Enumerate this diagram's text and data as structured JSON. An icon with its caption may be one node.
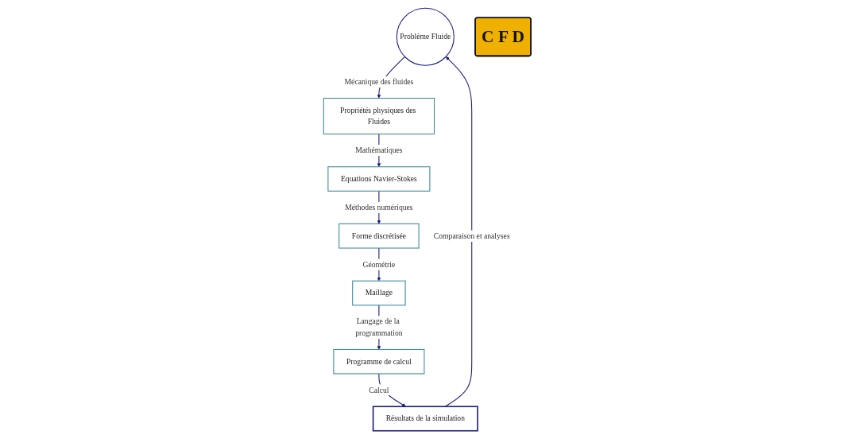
{
  "diagram": {
    "nodes": [
      {
        "text": [
          "Problème Fluide"
        ]
      },
      {
        "text": [
          "Propriétés physiques des Fluides"
        ]
      },
      {
        "text": [
          "Equations Navier-Stokes"
        ]
      },
      {
        "text": [
          "Forme discrétisée"
        ]
      },
      {
        "text": [
          "Maillage"
        ]
      },
      {
        "text": [
          "Programme de calcul"
        ]
      },
      {
        "text": [
          "Résultats de la simulation"
        ]
      },
      {
        "text": [
          "C F D"
        ]
      }
    ],
    "edges": [
      {
        "from": 0,
        "to": 1,
        "arrow": "to",
        "label": "Mécanique des fluides"
      },
      {
        "from": 1,
        "to": 2,
        "arrow": "to",
        "label": "Mathématiques"
      },
      {
        "from": 2,
        "to": 3,
        "arrow": "to",
        "label": "Méthodes numériques"
      },
      {
        "from": 3,
        "to": 4,
        "arrow": "to",
        "label": "Géométrie"
      },
      {
        "from": 4,
        "to": 5,
        "arrow": "to",
        "label": "Langage de la programmation"
      },
      {
        "from": 5,
        "to": 6,
        "arrow": "to",
        "label": "Calcul"
      },
      {
        "from": 6,
        "to": 0,
        "arrow": "to",
        "label": "Comparaison et analyses"
      }
    ]
  }
}
